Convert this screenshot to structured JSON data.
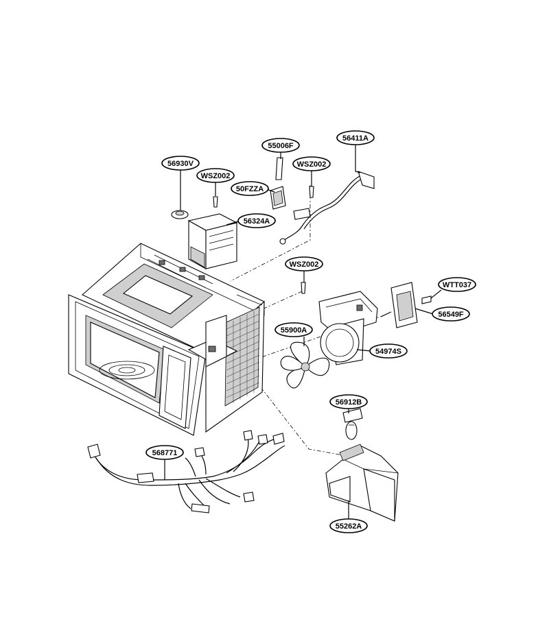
{
  "labels": {
    "p55006F": "55006F",
    "p56411A": "56411A",
    "p56930V": "56930V",
    "pWSZ002a": "WSZ002",
    "pWSZ002b": "WSZ002",
    "p50FZZA": "50FZZA",
    "p56324A": "56324A",
    "pWSZ002c": "WSZ002",
    "pWTT037": "WTT037",
    "p56549F": "56549F",
    "p55900A": "55900A",
    "p54974S": "54974S",
    "p56912B": "56912B",
    "p568771": "568771",
    "p55262A": "55262A"
  }
}
